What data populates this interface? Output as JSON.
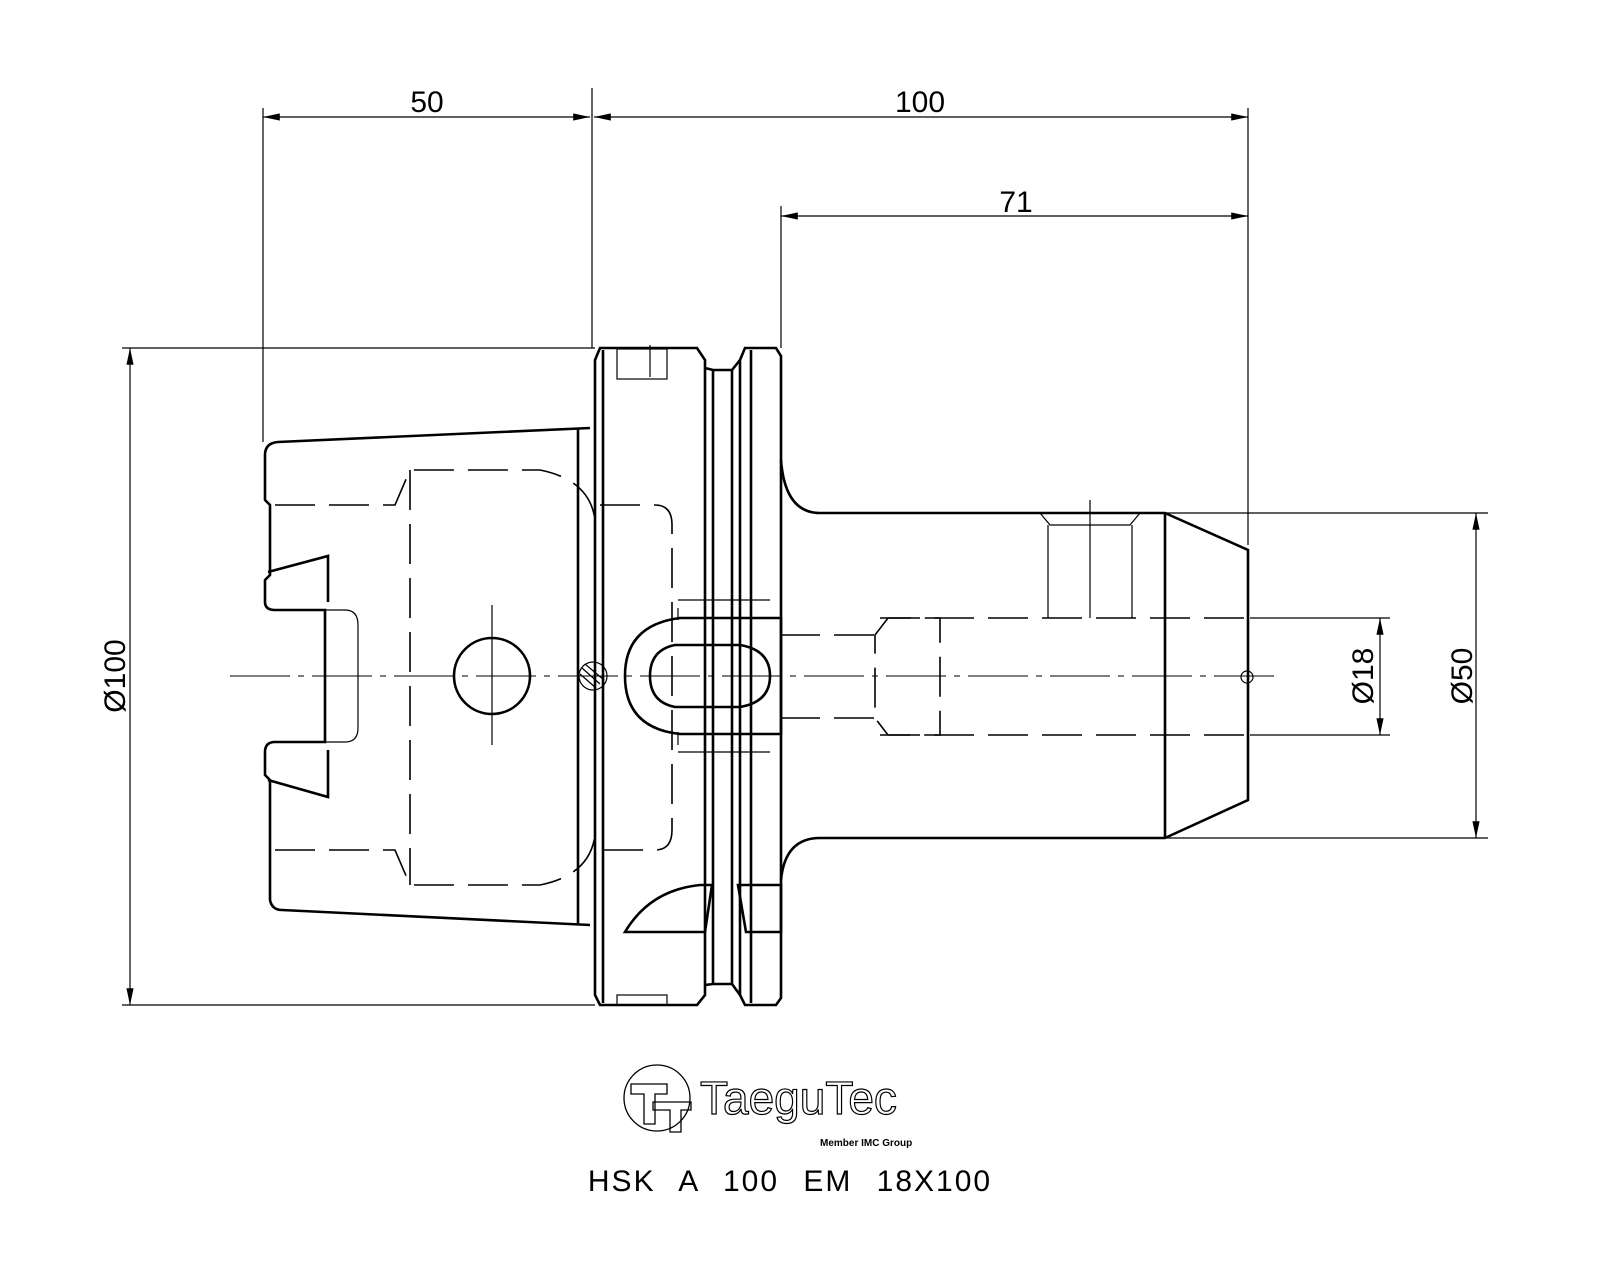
{
  "dimensions": {
    "flange_to_taper_length": "50",
    "overall_gauge_length": "100",
    "shank_length": "71",
    "flange_diameter": "Ø100",
    "bore_diameter": "Ø18",
    "shank_diameter": "Ø50"
  },
  "logo": {
    "brand": "TaeguTec",
    "tagline": "Member IMC Group"
  },
  "title": "HSK A 100 EM 18X100",
  "colors": {
    "line": "#000000",
    "background": "#ffffff"
  }
}
